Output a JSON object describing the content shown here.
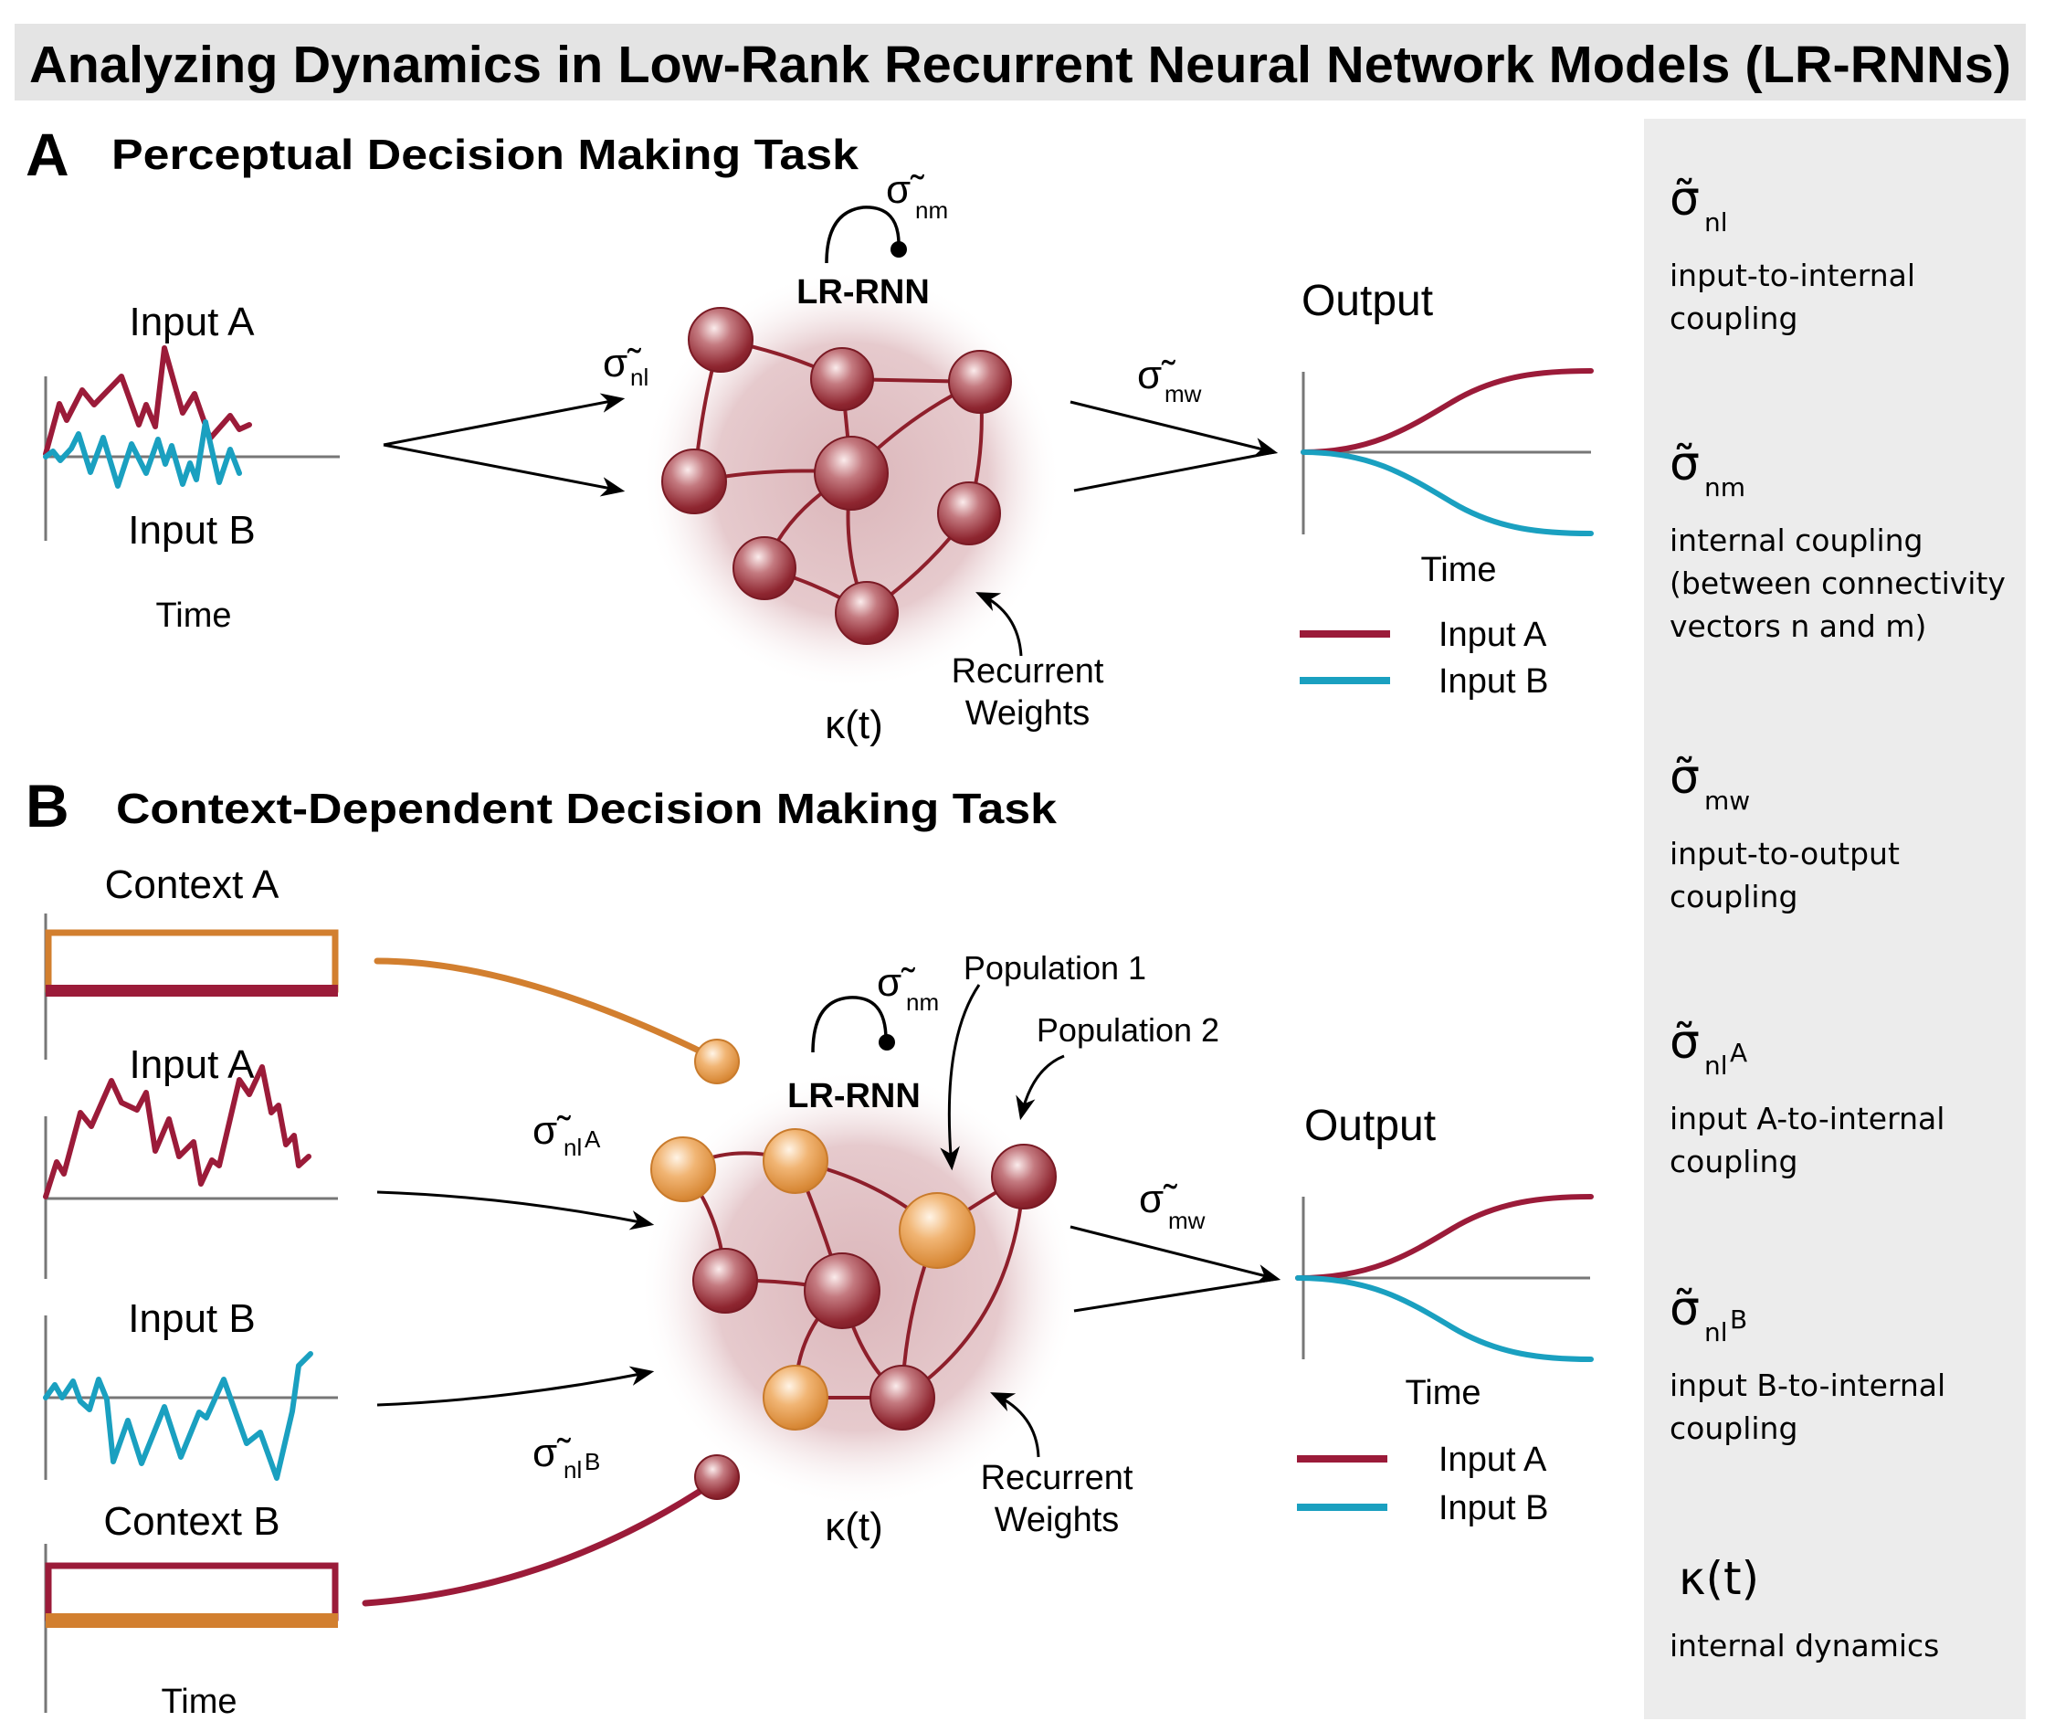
{
  "title": "Analyzing Dynamics in Low-Rank Recurrent Neural Network Models (LR-RNNs)",
  "colors": {
    "input_a": "#9b1b39",
    "input_b": "#1aa0c0",
    "context_orange": "#d27f2f",
    "node_red": "#9b2a33",
    "node_orange": "#e29a4a",
    "panel_bg": "#ececec",
    "title_bg": "#e4e4e4",
    "axis": "#777777"
  },
  "panel_a": {
    "letter": "A",
    "heading": "Perceptual Decision Making Task",
    "input_a_label": "Input A",
    "input_b_label": "Input B",
    "time_label": "Time",
    "sigma_in": {
      "base": "σ̃",
      "sub": "nl"
    },
    "sigma_internal": {
      "base": "σ̃",
      "sub": "nm"
    },
    "sigma_out": {
      "base": "σ̃",
      "sub": "mw"
    },
    "network_label": "LR-RNN",
    "dynamics_label": "κ(t)",
    "recurrent_label_1": "Recurrent",
    "recurrent_label_2": "Weights",
    "output_label": "Output",
    "output_time_label": "Time",
    "legend": [
      {
        "label": "Input A",
        "color": "#9b1b39"
      },
      {
        "label": "Input B",
        "color": "#1aa0c0"
      }
    ]
  },
  "panel_b": {
    "letter": "B",
    "heading": "Context-Dependent Decision Making Task",
    "context_a_label": "Context A",
    "input_a_label": "Input A",
    "input_b_label": "Input B",
    "context_b_label": "Context B",
    "time_label": "Time",
    "sigma_in_a": {
      "base": "σ̃",
      "sub": "nl",
      "sup": "A"
    },
    "sigma_in_b": {
      "base": "σ̃",
      "sub": "nl",
      "sup": "B"
    },
    "sigma_internal": {
      "base": "σ̃",
      "sub": "nm"
    },
    "sigma_out": {
      "base": "σ̃",
      "sub": "mw"
    },
    "network_label": "LR-RNN",
    "population_1_label": "Population 1",
    "population_2_label": "Population 2",
    "dynamics_label": "κ(t)",
    "recurrent_label_1": "Recurrent",
    "recurrent_label_2": "Weights",
    "output_label": "Output",
    "output_time_label": "Time",
    "legend": [
      {
        "label": "Input A",
        "color": "#9b1b39"
      },
      {
        "label": "Input B",
        "color": "#1aa0c0"
      }
    ]
  },
  "glossary": [
    {
      "symbol": "σ̃",
      "sub": "nl",
      "sup": "",
      "lines": [
        "input-to-internal",
        "coupling"
      ]
    },
    {
      "symbol": "σ̃",
      "sub": "nm",
      "sup": "",
      "lines": [
        "internal coupling",
        "(between connectivity",
        "vectors n and m)"
      ]
    },
    {
      "symbol": "σ̃",
      "sub": "mw",
      "sup": "",
      "lines": [
        "input-to-output",
        "coupling"
      ]
    },
    {
      "symbol": "σ̃",
      "sub": "nl",
      "sup": "A",
      "lines": [
        "input A-to-internal",
        "coupling"
      ]
    },
    {
      "symbol": "σ̃",
      "sub": "nl",
      "sup": "B",
      "lines": [
        "input B-to-internal",
        "coupling"
      ]
    },
    {
      "symbol": "κ(t)",
      "sub": "",
      "sup": "",
      "lines": [
        "internal dynamics"
      ]
    }
  ]
}
